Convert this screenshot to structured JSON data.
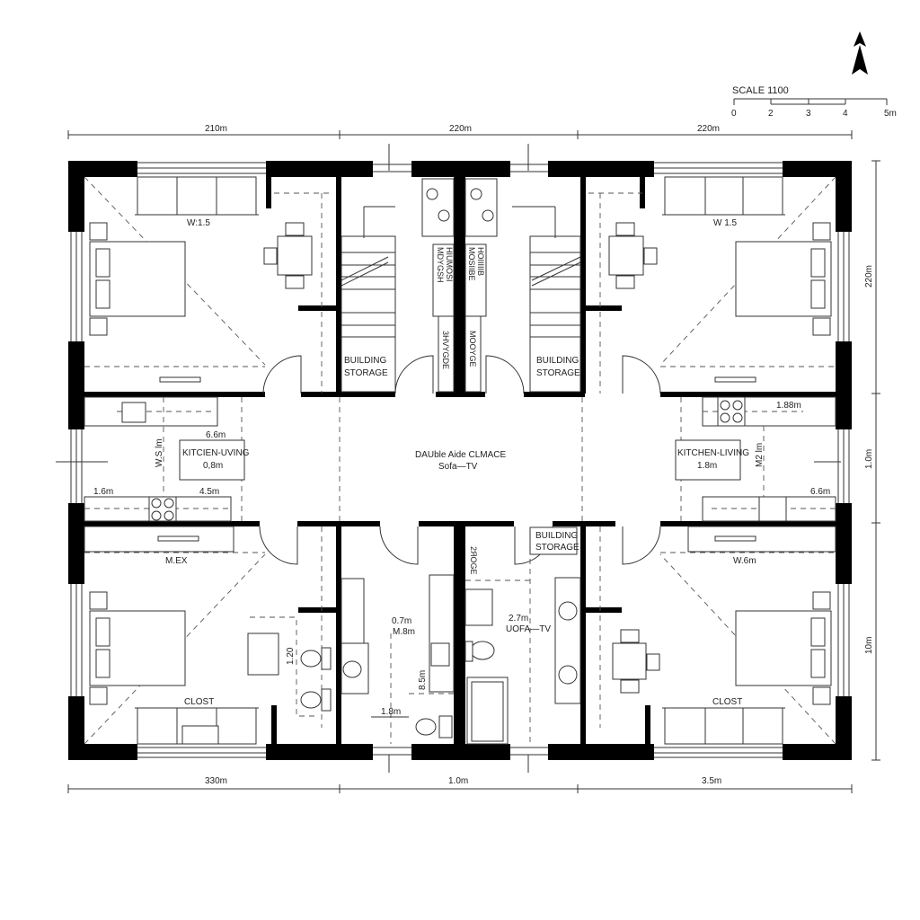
{
  "north_arrow": {
    "icon": "north-arrow-icon"
  },
  "scale_bar": {
    "title": "SCALE 1100",
    "ticks": [
      "0",
      "2",
      "3",
      "4",
      "5m"
    ]
  },
  "dimensions": {
    "top": [
      "210m",
      "220m",
      "220m"
    ],
    "bottom": [
      "330m",
      "1.0m",
      "3.5m"
    ],
    "right": [
      "220m",
      "1.0m",
      "10m"
    ]
  },
  "rooms": {
    "top_left": {
      "window_label": "W:1.5"
    },
    "top_right": {
      "window_label": "W 1.5"
    },
    "storage_top_left": {
      "label_1": "BUILDING",
      "label_2": "STORAGE"
    },
    "storage_top_right": {
      "label_1": "BUILDING",
      "label_2": "STORAGE"
    },
    "storage_bottom": {
      "label_1": "BUILDING",
      "label_2": "STORAGE"
    },
    "center_tags": [
      "MDYGSH",
      "HIUMOSI",
      "MOSIIBE",
      "HOIIIIIB",
      "3HVYGDE",
      "MOOYGE"
    ],
    "corridor": {
      "line_1": "DAUble Aide CLMACE",
      "line_2": "Sofa—TV"
    },
    "kitchen_left": {
      "title": "KITCIEN-UVING",
      "value": "0,8m",
      "dim_top": "6.6m",
      "dim_vertical": "W.S lm",
      "dim_left": "1.6m",
      "dim_right": "4.5m",
      "below": "M.EX"
    },
    "kitchen_right": {
      "title": "KITCHEN-LIVING",
      "value": "1.8m",
      "dim_top": "1.88m",
      "dim_vertical": "M2 lm",
      "dim_right": "6.6m",
      "below": "W.6m"
    },
    "bottom_left": {
      "closet": "CLOST",
      "dim": "1.20"
    },
    "bottom_right": {
      "closet": "CLOST"
    },
    "bath_left": {
      "dim_1": "0.7m",
      "dim_2": "M.8m",
      "dim_3": "1.8m",
      "dim_vertical": "8.5m"
    },
    "bath_right": {
      "dim_1": "2.7m",
      "dim_2": "UOFA—TV",
      "tag": "2ЯOGE"
    }
  }
}
